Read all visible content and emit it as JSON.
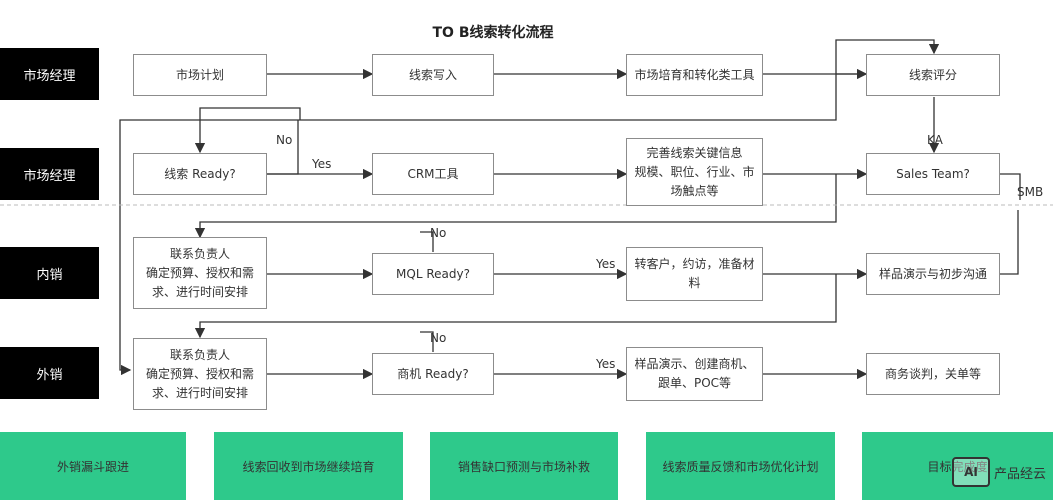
{
  "title": "TO B线索转化流程",
  "roles": [
    "市场经理",
    "市场经理",
    "内销",
    "外销"
  ],
  "boxes": {
    "r1_plan": "市场计划",
    "r1_write": "线索写入",
    "r1_nurture": "市场培育和转化类工具",
    "r1_score": "线索评分",
    "r2_ready": "线索 Ready?",
    "r2_crm": "CRM工具",
    "r2_info": [
      "完善线索关键信息",
      "规模、职位、行业、市",
      "场触点等"
    ],
    "r2_sales": "Sales Team?",
    "r3_contact": [
      "联系负责人",
      "确定预算、授权和需",
      "求、进行时间安排"
    ],
    "r3_mql": "MQL Ready?",
    "r3_convert": [
      "转客户，约访，准备材",
      "料"
    ],
    "r3_demo": "样品演示与初步沟通",
    "r4_contact": [
      "联系负责人",
      "确定预算、授权和需",
      "求、进行时间安排"
    ],
    "r4_opp": "商机 Ready?",
    "r4_demo": [
      "样品演示、创建商机、",
      "跟单、POC等"
    ],
    "r4_deal": "商务谈判，关单等"
  },
  "labels": {
    "no1": "No",
    "yes1": "Yes",
    "ka": "KA",
    "smb": "SMB",
    "no2": "No",
    "yes2": "Yes",
    "no3": "No",
    "yes3": "Yes"
  },
  "footer": [
    "外销漏斗跟进",
    "线索回收到市场继续培育",
    "销售缺口预测与市场补救",
    "线索质量反馈和市场优化计划",
    "目标完成度"
  ],
  "watermark": {
    "icon_text": "AI",
    "text": "产品经云"
  },
  "colors": {
    "role_bg": "#000000",
    "footer_bg": "#2ec98b",
    "line": "#333333"
  }
}
